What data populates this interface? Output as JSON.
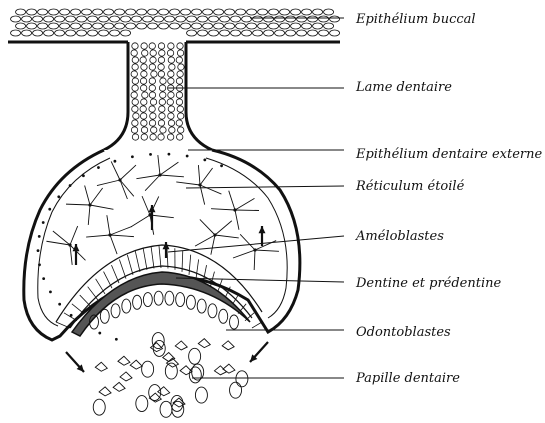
{
  "diagram": {
    "labels": [
      {
        "id": "epithelium-buccal",
        "text": "Epithélium buccal"
      },
      {
        "id": "lame-dentaire",
        "text": "Lame dentaire"
      },
      {
        "id": "epithelium-dentaire-externe",
        "text": "Epithélium dentaire externe"
      },
      {
        "id": "reticulum-etoile",
        "text": "Réticulum étoilé"
      },
      {
        "id": "ameloblastes",
        "text": "Améloblastes"
      },
      {
        "id": "dentine-predentine",
        "text": "Dentine et prédentine"
      },
      {
        "id": "odontoblastes",
        "text": "Odontoblastes"
      },
      {
        "id": "papille-dentaire",
        "text": "Papille dentaire"
      }
    ],
    "colors": {
      "ink": "#111111",
      "paper": "#ffffff",
      "dentine": "#555555"
    }
  }
}
